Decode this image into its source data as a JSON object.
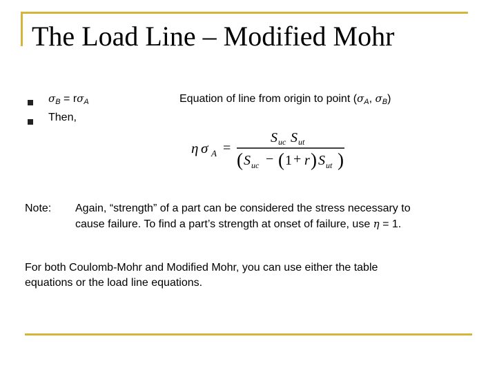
{
  "title": "The Load Line – Modified Mohr",
  "bullets": {
    "b1": {
      "sigma": "σ",
      "sub_b": "B",
      "eq_r": " = r",
      "sub_a": "A"
    },
    "b2": {
      "text": "Then,"
    }
  },
  "line_eq": {
    "prefix": "Equation of line from origin to point (",
    "sigma": "σ",
    "sub_a": "A",
    "comma": ", ",
    "sub_b": "B",
    "suffix": ")"
  },
  "formula": {
    "lhs_eta": "η",
    "lhs_sigma": "σ",
    "lhs_sub": "A",
    "eq": "=",
    "num_s1": "S",
    "num_sub1": "uc",
    "num_s2": "S",
    "num_sub2": "ut",
    "den_open": "(",
    "den_s1": "S",
    "den_sub1": "uc",
    "den_minus": "−",
    "den_paren_open": "(",
    "den_one": "1",
    "den_plus": "+",
    "den_r": "r",
    "den_paren_close": ")",
    "den_s2": "S",
    "den_sub2": "ut",
    "den_close": ")"
  },
  "note": {
    "label": "Note:",
    "line1": "Again, “strength” of a part can be considered the stress necessary to",
    "line2_a": "cause failure.  To find a part’s strength at onset of failure, use ",
    "line2_eta": "η",
    "line2_b": " = 1."
  },
  "footer": {
    "line1": "For both Coulomb-Mohr and Modified Mohr, you can use either the table",
    "line2": "equations or the load line equations."
  },
  "colors": {
    "accent": "#d4b43a",
    "bullet": "#222222",
    "text": "#000000"
  }
}
